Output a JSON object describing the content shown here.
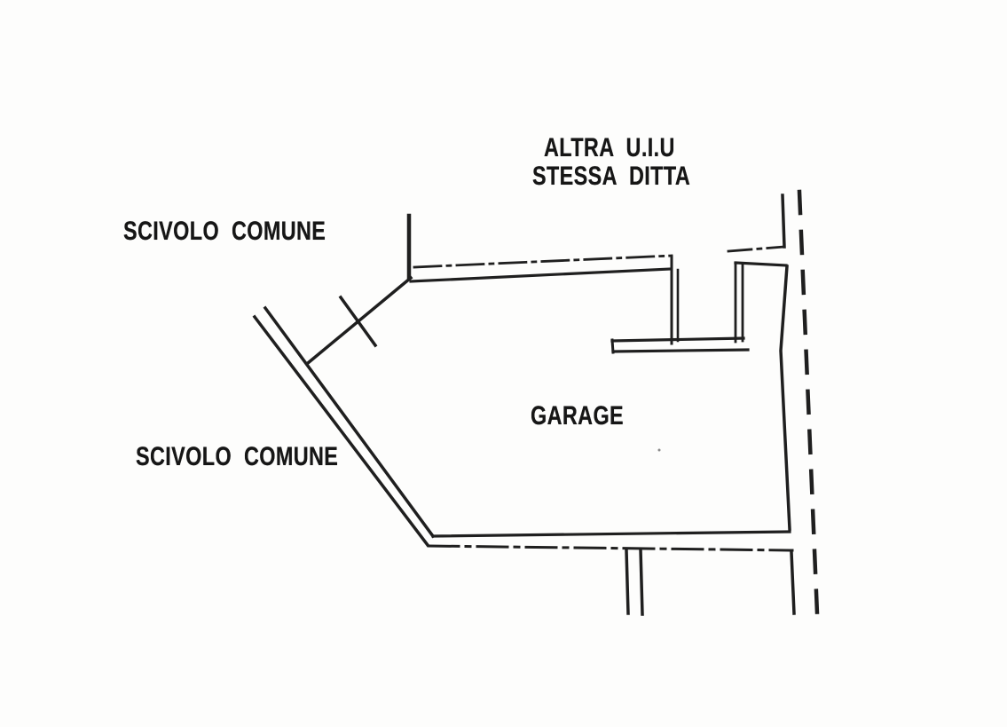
{
  "plan": {
    "labels": {
      "adjacent_unit_line1": "ALTRA U.I.U",
      "adjacent_unit_line2": "STESSA DITTA",
      "ramp_label_top": "SCIVOLO COMUNE",
      "room_label": "GARAGE",
      "ramp_label_bottom": "SCIVOLO COMUNE"
    },
    "colors": {
      "ink": "#1f1f1f",
      "paper": "#fdfdfc"
    }
  }
}
